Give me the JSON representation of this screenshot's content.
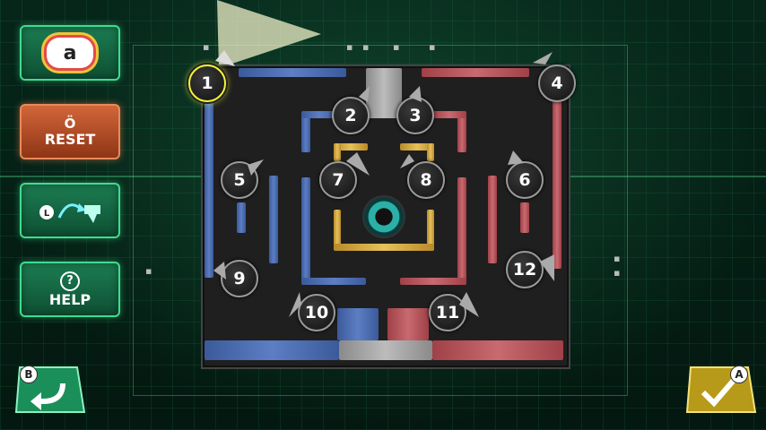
{
  "sidebar": {
    "amiibo_label": "a",
    "reset_label": "RESET",
    "help_label": "HELP",
    "help_glyph": "?",
    "reset_glyph": "Ö",
    "view_icon": "l-button-camera-swap-icon"
  },
  "cameras": [
    {
      "id": "1",
      "label": "1",
      "selected": true
    },
    {
      "id": "2",
      "label": "2"
    },
    {
      "id": "3",
      "label": "3"
    },
    {
      "id": "4",
      "label": "4"
    },
    {
      "id": "5",
      "label": "5"
    },
    {
      "id": "6",
      "label": "6"
    },
    {
      "id": "7",
      "label": "7"
    },
    {
      "id": "8",
      "label": "8"
    },
    {
      "id": "9",
      "label": "9"
    },
    {
      "id": "10",
      "label": "10"
    },
    {
      "id": "11",
      "label": "11"
    },
    {
      "id": "12",
      "label": "12"
    }
  ],
  "buttons": {
    "back_letter": "B",
    "confirm_letter": "A"
  },
  "colors": {
    "selected_ring": "#f2f23a",
    "button_green": "#1c7d52",
    "reset_orange": "#d2663a",
    "wall_blue": "#4a6cb0",
    "wall_red": "#b8555c",
    "wall_gold": "#d4aa44"
  }
}
